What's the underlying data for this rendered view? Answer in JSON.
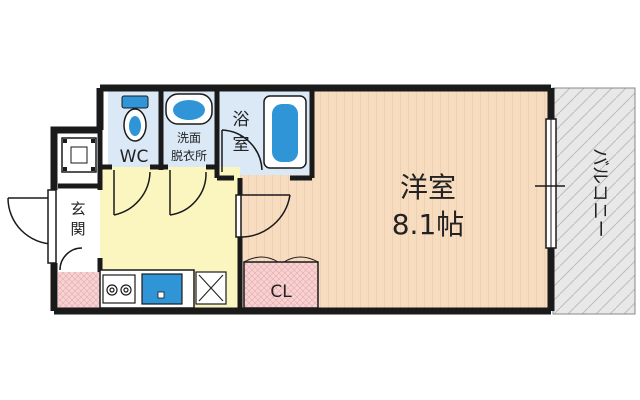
{
  "colors": {
    "wall": "#1a1a1a",
    "western_room_floor": "#f7dcc0",
    "floor_lines": "#e4c3a3",
    "kitchen_floor": "#fbf6c0",
    "wet_area": "#dbe9f7",
    "fixture_blue": "#2f95d6",
    "entrance_floor": "#f7d3d3",
    "closet": "#f7d3d3",
    "balcony": "#e8e8e8",
    "balcony_hatch": "#bdbdbd"
  },
  "rooms": {
    "western_room": "洋室",
    "western_room_size": "8.1帖",
    "wc": "WC",
    "washroom_line1": "洗面",
    "washroom_line2": "脱衣所",
    "bath_line1": "浴",
    "bath_line2": "室",
    "closet": "CL",
    "entrance_line1": "玄",
    "entrance_line2": "関",
    "balcony": "バルコニー"
  },
  "icons": [
    "toilet-icon",
    "washbasin-icon",
    "bathtub-icon",
    "stove-burners-icon",
    "kitchen-sink-icon",
    "refrigerator-space-icon",
    "storage-box-icon"
  ]
}
